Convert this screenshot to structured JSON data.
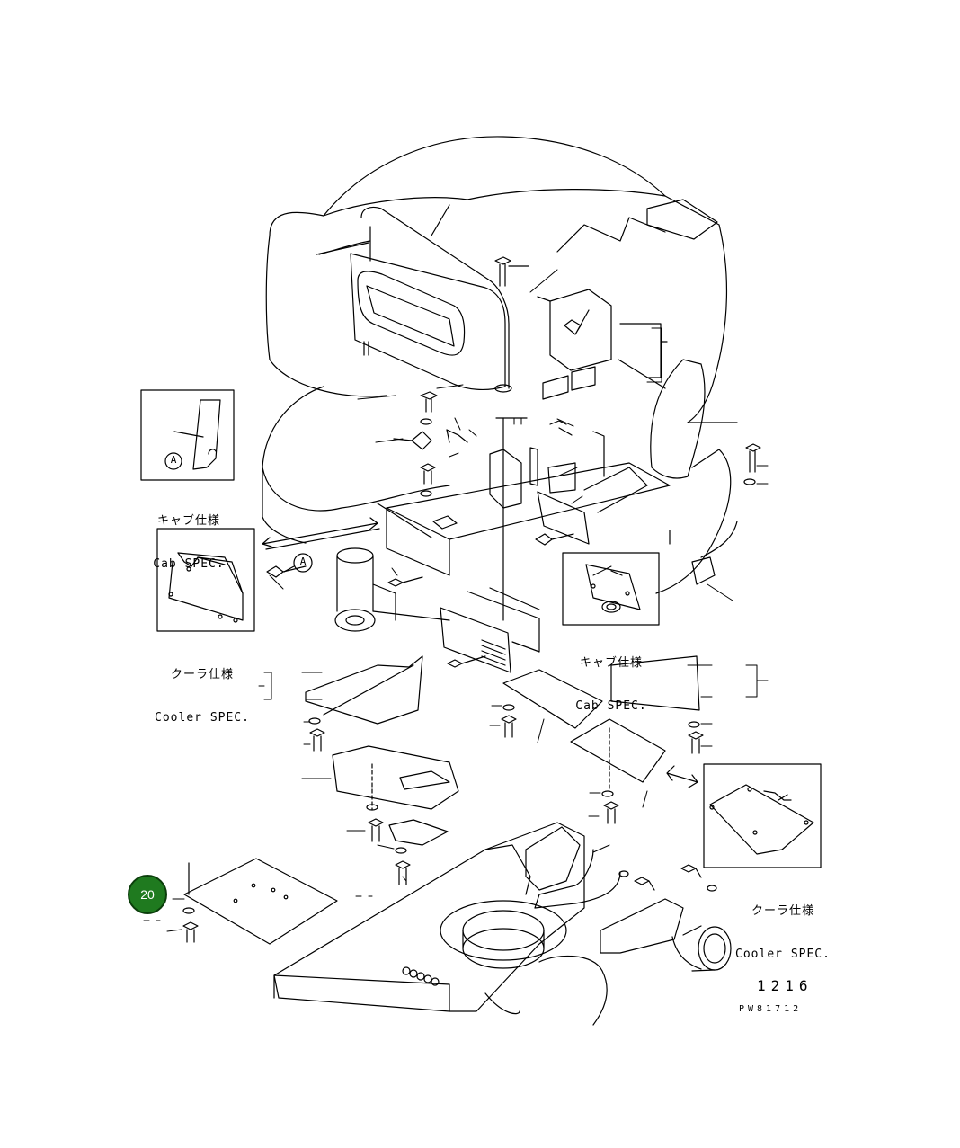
{
  "callout": {
    "number": "20",
    "color": "#1f7a1f"
  },
  "insets": {
    "cab_left": {
      "label_jp": "キャブ仕様",
      "label_en": "Cab SPEC.",
      "marker": "A"
    },
    "cooler_left": {
      "label_jp": "クーラ仕様",
      "label_en": "Cooler SPEC."
    },
    "cab_right": {
      "label_jp": "キャブ仕様",
      "label_en": "Cab SPEC."
    },
    "cooler_right": {
      "label_jp": "クーラ仕様",
      "label_en": "Cooler SPEC."
    }
  },
  "marker_a": "A",
  "footer": {
    "page_number": "1216",
    "drawing_code": "PW81712"
  }
}
